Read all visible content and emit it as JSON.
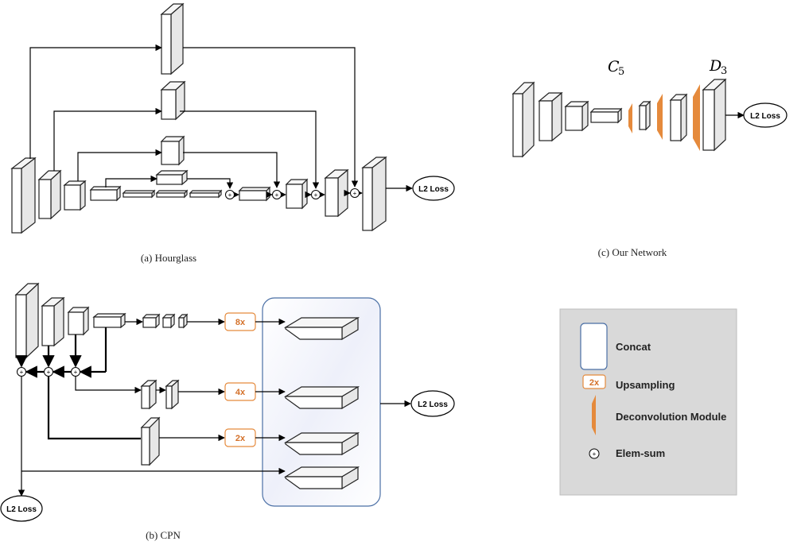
{
  "captions": {
    "hourglass": "(a) Hourglass",
    "cpn": "(b) CPN",
    "ours": "(c) Our Network"
  },
  "loss_label": "L2 Loss",
  "math": {
    "c5_letter": "C",
    "c5_sub": "5",
    "d3_letter": "D",
    "d3_sub": "3"
  },
  "upsampling_labels": [
    "8x",
    "4x",
    "2x"
  ],
  "legend": {
    "concat": "Concat",
    "upsampling_symbol": "2x",
    "upsampling": "Upsampling",
    "deconv": "Deconvolution Module",
    "elemsum": "Elem-sum"
  },
  "colors": {
    "orange": "#e58a3c",
    "orange_text": "#d4712a",
    "concat_border": "#4a6fa5",
    "legend_bg": "#d9d9d9"
  }
}
